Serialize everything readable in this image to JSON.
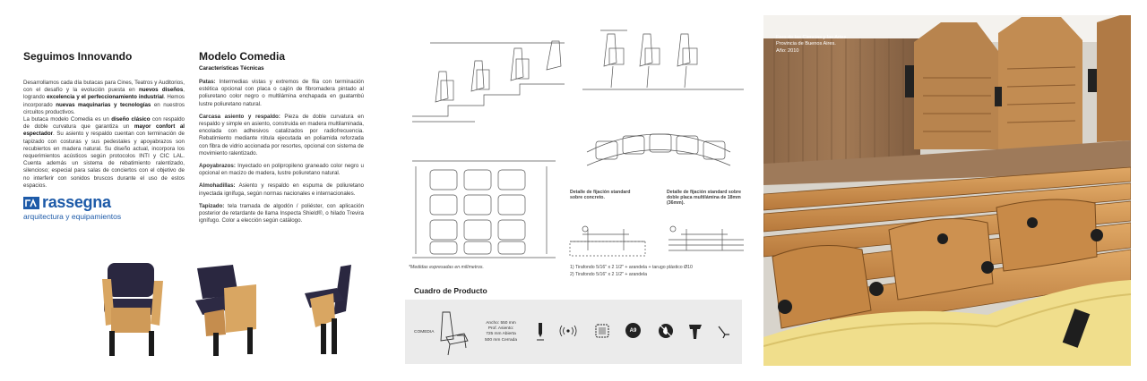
{
  "col1": {
    "heading": "Seguimos Innovando",
    "p1_a": "Desarrollamos cada día butacas para Cines, Teatros y Auditorios, con el desafío y la evolución puesta en ",
    "p1_b1": "nuevos diseños",
    "p1_c": ", logrando ",
    "p1_b2": "excelencia y el perfeccionamiento industrial",
    "p1_d": ". Hemos incorporado ",
    "p1_b3": "nuevas maquinarias y tecnologías",
    "p1_e": " en nuestros circuitos productivos.",
    "p2_a": "La butaca modelo Comedia es un ",
    "p2_b1": "diseño clásico",
    "p2_c": " con respaldo de doble curvatura que garantiza un ",
    "p2_b2": "mayor confort al espectador",
    "p2_d": ". Su asiento y respaldo cuentan con terminación de tapizado con costuras y sus pedestales y apoyabrazos son recubiertos en madera natural. Su diseño actual, incorpora los requerimientos acústicos según protocolos INTI y CIC LAL. Cuenta además un sistema de rebatimiento ralentizado, silencioso; especial para salas de conciertos con el objetivo de no interferir con sonidos bruscos durante el uso de estos espacios."
  },
  "logo": {
    "name": "rassegna",
    "tagline": "arquitectura y equipamientos",
    "mark": "ra"
  },
  "col2": {
    "heading": "Modelo Comedia",
    "subheading": "Características Técnicas",
    "specs": [
      {
        "k": "Patas:",
        "v": " Intermedias vistas y extremos de fila con terminación estética opcional con placa o cajón de fibromadera pintado al poliuretano color negro o multilámina enchapada en guatambú lustre poliuretano natural."
      },
      {
        "k": "Carcasa asiento y respaldo:",
        "v": " Pieza de doble curvatura en respaldo y simple en asiento, construida en madera multilaminada, encolada con adhesivos catalizados por radiofrecuencia. Rebatimiento mediante rótula ejecutada en poliamida reforzada con fibra de vidrio accionada por resortes, opcional con sistema de movimiento ralentizado."
      },
      {
        "k": "Apoyabrazos:",
        "v": " Inyectado en polipropileno graneado color negro u opcional en macizo de madera, lustre poliuretano natural."
      },
      {
        "k": "Almohadillas:",
        "v": " Asiento y respaldo en espuma de poliuretano inyectada ignífuga, según normas nacionales e internacionales."
      },
      {
        "k": "Tapizado:",
        "v": " tela tramada de algodón / poliéster, con aplicación posterior de retardante de llama Inspecta Shield®, o hilado Trevira ignífugo. Color a elección según catálogo."
      }
    ]
  },
  "drawings": {
    "note": "*Medidas expresadas en milímetros.",
    "detail1_title": "Detalle de fijación standard sobre concreto.",
    "detail2_title": "Detalle de fijación standard sobre doble placa multilámina de 18mm (36mm).",
    "fix1": "1) Tirafondo 5/16\" x 2 1/2\" + arandela + tarugo plástico Ø10",
    "fix2": "2) Tirafondo 5/16\" x 2 1/2\" + arandela"
  },
  "product_box": {
    "title": "Cuadro de Producto",
    "model": "COMEDIA",
    "dims": [
      "Ancho: 550 mm",
      "Prof. Asiento:",
      "725 mm Abierta",
      "500 mm Cerrada"
    ],
    "badge": "A9",
    "icons": [
      "pen-icon",
      "sound-icon",
      "fabric-icon",
      "a9-badge-icon",
      "no-fire-icon",
      "armrest-icon",
      "angle-icon"
    ]
  },
  "photo": {
    "caption": [
      "Foro de las Ciencias y las Artes.",
      "Provincia de Buenos Aires.",
      "Año: 2010"
    ]
  },
  "colors": {
    "brand": "#1d5aa8",
    "wood": "#c98f4e",
    "box": "#ebebeb"
  }
}
